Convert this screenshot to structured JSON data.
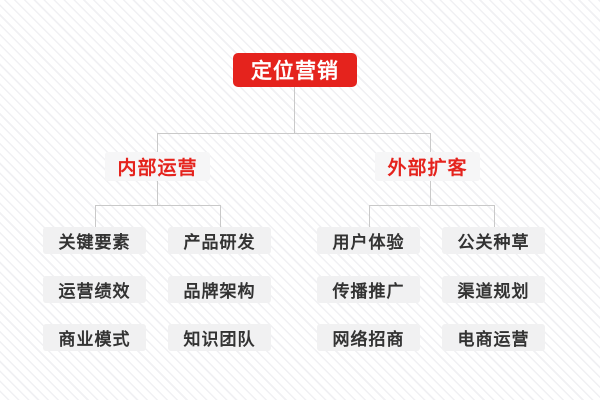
{
  "diagram": {
    "type": "mindmap-tree",
    "root": {
      "label": "定位营销"
    },
    "branches": [
      {
        "label": "内部运营",
        "children": [
          "关键要素",
          "产品研发",
          "运营绩效",
          "品牌架构",
          "商业模式",
          "知识团队"
        ]
      },
      {
        "label": "外部扩客",
        "children": [
          "用户体验",
          "公关种草",
          "传播推广",
          "渠道规划",
          "网络招商",
          "电商运营"
        ]
      }
    ]
  },
  "colors": {
    "accent_red": "#e5231d",
    "root_text": "#ffffff",
    "leaf_bg": "#f1f1f2",
    "branch_bg": "#f6f6f7",
    "leaf_text": "#333333",
    "connector_line": "#c9c9c9",
    "background_stripe": "#f0f0f3"
  }
}
